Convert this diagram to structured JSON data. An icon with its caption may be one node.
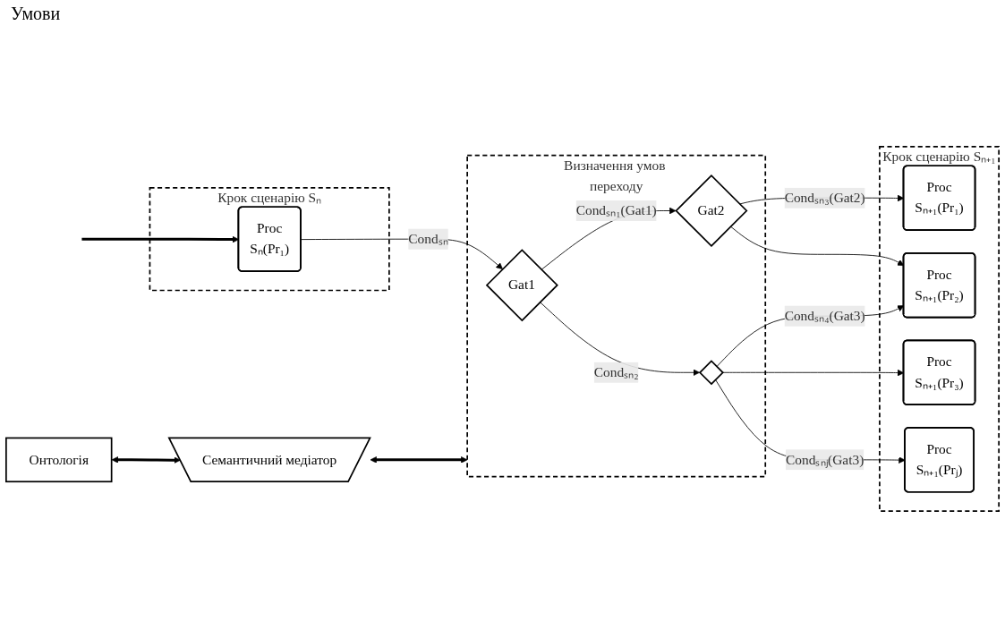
{
  "diagram": {
    "nodes": [
      {
        "text": [
          "Онтологія"
        ]
      },
      {
        "text": [
          "Семантичний медіатор"
        ]
      },
      {
        "text": [
          "Крок сценарію",
          "Sₙ"
        ]
      },
      {
        "text": [
          "Proc",
          "Sₙ(Pr₁)"
        ],
        "in": 2
      },
      {
        "text": [
          "Визначення умов переходу"
        ]
      },
      {
        "text": [
          "Gat1"
        ],
        "in": 4
      },
      {
        "text": [
          "Gat2"
        ],
        "in": 4
      },
      {
        "text": [],
        "shape": "diamond",
        "in": 4
      },
      {
        "text": [
          "Крок сценарію",
          "Sₙ₊₁"
        ]
      },
      {
        "text": [
          "Proc",
          "Sₙ₊₁(Pr₁)"
        ],
        "in": 8
      },
      {
        "text": [
          "Proc",
          "Sₙ₊₁(Pr₂)"
        ],
        "in": 8
      },
      {
        "text": [
          "Proc",
          "Sₙ₊₁(Pr₃)"
        ],
        "in": 8
      },
      {
        "text": [
          "Proc",
          "Sₙ₊₁(Prⱼ)"
        ],
        "in": 8
      }
    ],
    "edges": [
      {
        "from": null,
        "to": 3,
        "arrow": "to",
        "style": "thick"
      },
      {
        "from": 0,
        "to": 1,
        "arrow": "both",
        "style": "thick"
      },
      {
        "from": 1,
        "to": 4,
        "arrow": "both",
        "style": "thick"
      },
      {
        "from": 3,
        "to": 5,
        "arrow": "to",
        "label": "Condₛₙ"
      },
      {
        "from": 5,
        "to": 6,
        "arrow": "to",
        "label": "Condₛₙ₁(Gat1)"
      },
      {
        "from": 5,
        "to": 7,
        "arrow": "to",
        "label": "Condₛₙ₂"
      },
      {
        "from": 6,
        "to": 9,
        "arrow": "to",
        "label": "Condₛₙ₃(Gat2)"
      },
      {
        "from": 6,
        "to": 10,
        "arrow": "to"
      },
      {
        "from": 7,
        "to": 10,
        "arrow": "to",
        "label": "Condₛₙ₄(Gat3)"
      },
      {
        "from": 7,
        "to": 11,
        "arrow": "to"
      },
      {
        "from": 7,
        "to": 12,
        "arrow": "to",
        "label": "Condₛₙⱼ(Gat3)"
      }
    ],
    "labels": [
      "Умови"
    ]
  }
}
